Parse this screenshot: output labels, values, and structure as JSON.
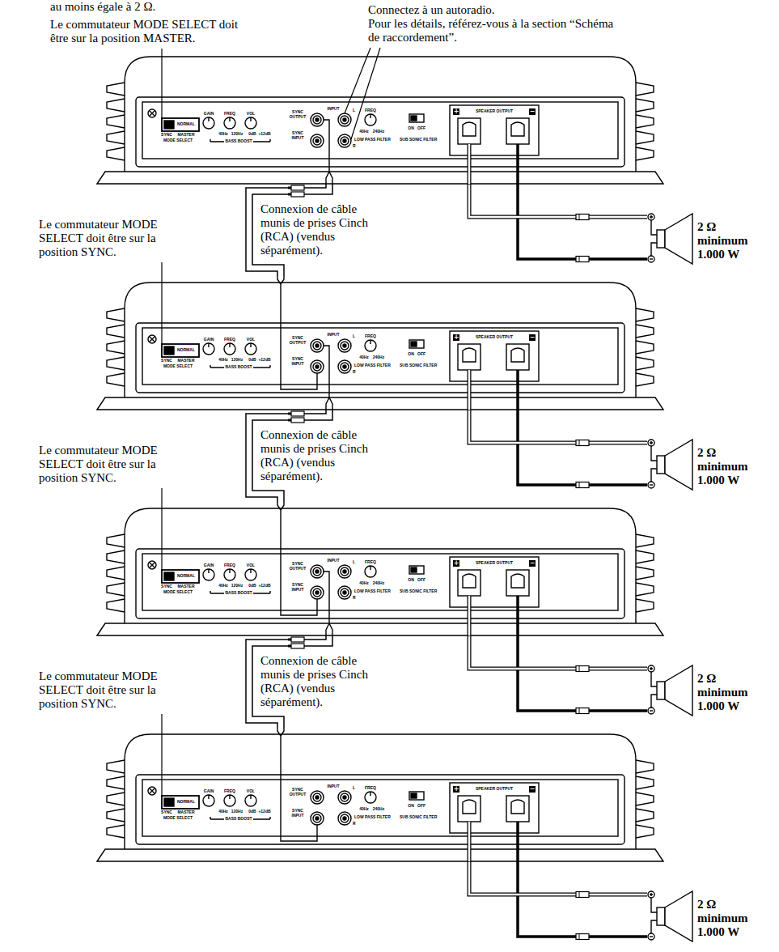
{
  "diagram": {
    "nodes": [
      {
        "text": [
          "NORMAL",
          "SYNC",
          "MASTER",
          "MODE SELECT",
          "GAIN",
          "FREQ",
          "VOL",
          "40Hz",
          "120Hz",
          "0dB",
          "+12dB",
          "BASS BOOST",
          "SYNC OUTPUT",
          "SYNC INPUT",
          "INPUT",
          "L",
          "R",
          "FREQ",
          "40Hz",
          "240Hz",
          "LOW PASS FILTER",
          "ON",
          "OFF",
          "SUB SONIC FILTER",
          "SPEAKER OUTPUT",
          "+",
          "−"
        ]
      },
      {
        "text": [
          "2 Ω minimum 1.000 W"
        ]
      },
      {
        "text": [
          "NORMAL",
          "SYNC",
          "MASTER",
          "MODE SELECT",
          "GAIN",
          "FREQ",
          "VOL",
          "40Hz",
          "120Hz",
          "0dB",
          "+12dB",
          "BASS BOOST",
          "SYNC OUTPUT",
          "SYNC INPUT",
          "INPUT",
          "L",
          "R",
          "FREQ",
          "40Hz",
          "240Hz",
          "LOW PASS FILTER",
          "ON",
          "OFF",
          "SUB SONIC FILTER",
          "SPEAKER OUTPUT",
          "+",
          "−"
        ]
      },
      {
        "text": [
          "2 Ω minimum 1.000 W"
        ]
      },
      {
        "text": [
          "NORMAL",
          "SYNC",
          "MASTER",
          "MODE SELECT",
          "GAIN",
          "FREQ",
          "VOL",
          "40Hz",
          "120Hz",
          "0dB",
          "+12dB",
          "BASS BOOST",
          "SYNC OUTPUT",
          "SYNC INPUT",
          "INPUT",
          "L",
          "R",
          "FREQ",
          "40Hz",
          "240Hz",
          "LOW PASS FILTER",
          "ON",
          "OFF",
          "SUB SONIC FILTER",
          "SPEAKER OUTPUT",
          "+",
          "−"
        ]
      },
      {
        "text": [
          "2 Ω minimum 1.000 W"
        ]
      },
      {
        "text": [
          "NORMAL",
          "SYNC",
          "MASTER",
          "MODE SELECT",
          "GAIN",
          "FREQ",
          "VOL",
          "40Hz",
          "120Hz",
          "0dB",
          "+12dB",
          "BASS BOOST",
          "SYNC OUTPUT",
          "SYNC INPUT",
          "INPUT",
          "L",
          "R",
          "FREQ",
          "40Hz",
          "240Hz",
          "LOW PASS FILTER",
          "ON",
          "OFF",
          "SUB SONIC FILTER",
          "SPEAKER OUTPUT",
          "+",
          "−"
        ]
      },
      {
        "text": [
          "2 Ω minimum 1.000 W"
        ]
      }
    ],
    "edges": [
      {
        "from": 0,
        "to": 1,
        "arrow": "none"
      },
      {
        "from": 0,
        "to": 1,
        "arrow": "none"
      },
      {
        "from": 0,
        "to": 2,
        "arrow": "none"
      },
      {
        "from": 0,
        "to": 2,
        "arrow": "none"
      },
      {
        "from": 2,
        "to": 3,
        "arrow": "none"
      },
      {
        "from": 2,
        "to": 3,
        "arrow": "none"
      },
      {
        "from": 2,
        "to": 4,
        "arrow": "none"
      },
      {
        "from": 2,
        "to": 4,
        "arrow": "none"
      },
      {
        "from": 4,
        "to": 5,
        "arrow": "none"
      },
      {
        "from": 4,
        "to": 5,
        "arrow": "none"
      },
      {
        "from": 4,
        "to": 6,
        "arrow": "none"
      },
      {
        "from": 4,
        "to": 6,
        "arrow": "none"
      },
      {
        "from": 6,
        "to": 7,
        "arrow": "none"
      },
      {
        "from": 6,
        "to": 7,
        "arrow": "none"
      }
    ],
    "labels": [
      "au moins égale à 2 Ω.",
      "Le commutateur MODE SELECT doit être sur la position MASTER.",
      "Connectez à un autoradio.",
      "Pour les détails, référez-vous à la section “Schéma de raccordement”.",
      "Connexion de câble munis de prises Cinch (RCA) (vendus séparément).",
      "Connexion de câble munis de prises Cinch (RCA) (vendus séparément).",
      "Connexion de câble munis de prises Cinch (RCA) (vendus séparément).",
      "Le commutateur MODE SELECT doit être sur la position SYNC.",
      "Le commutateur MODE SELECT doit être sur la position SYNC.",
      "Le commutateur MODE SELECT doit être sur la position SYNC."
    ]
  }
}
